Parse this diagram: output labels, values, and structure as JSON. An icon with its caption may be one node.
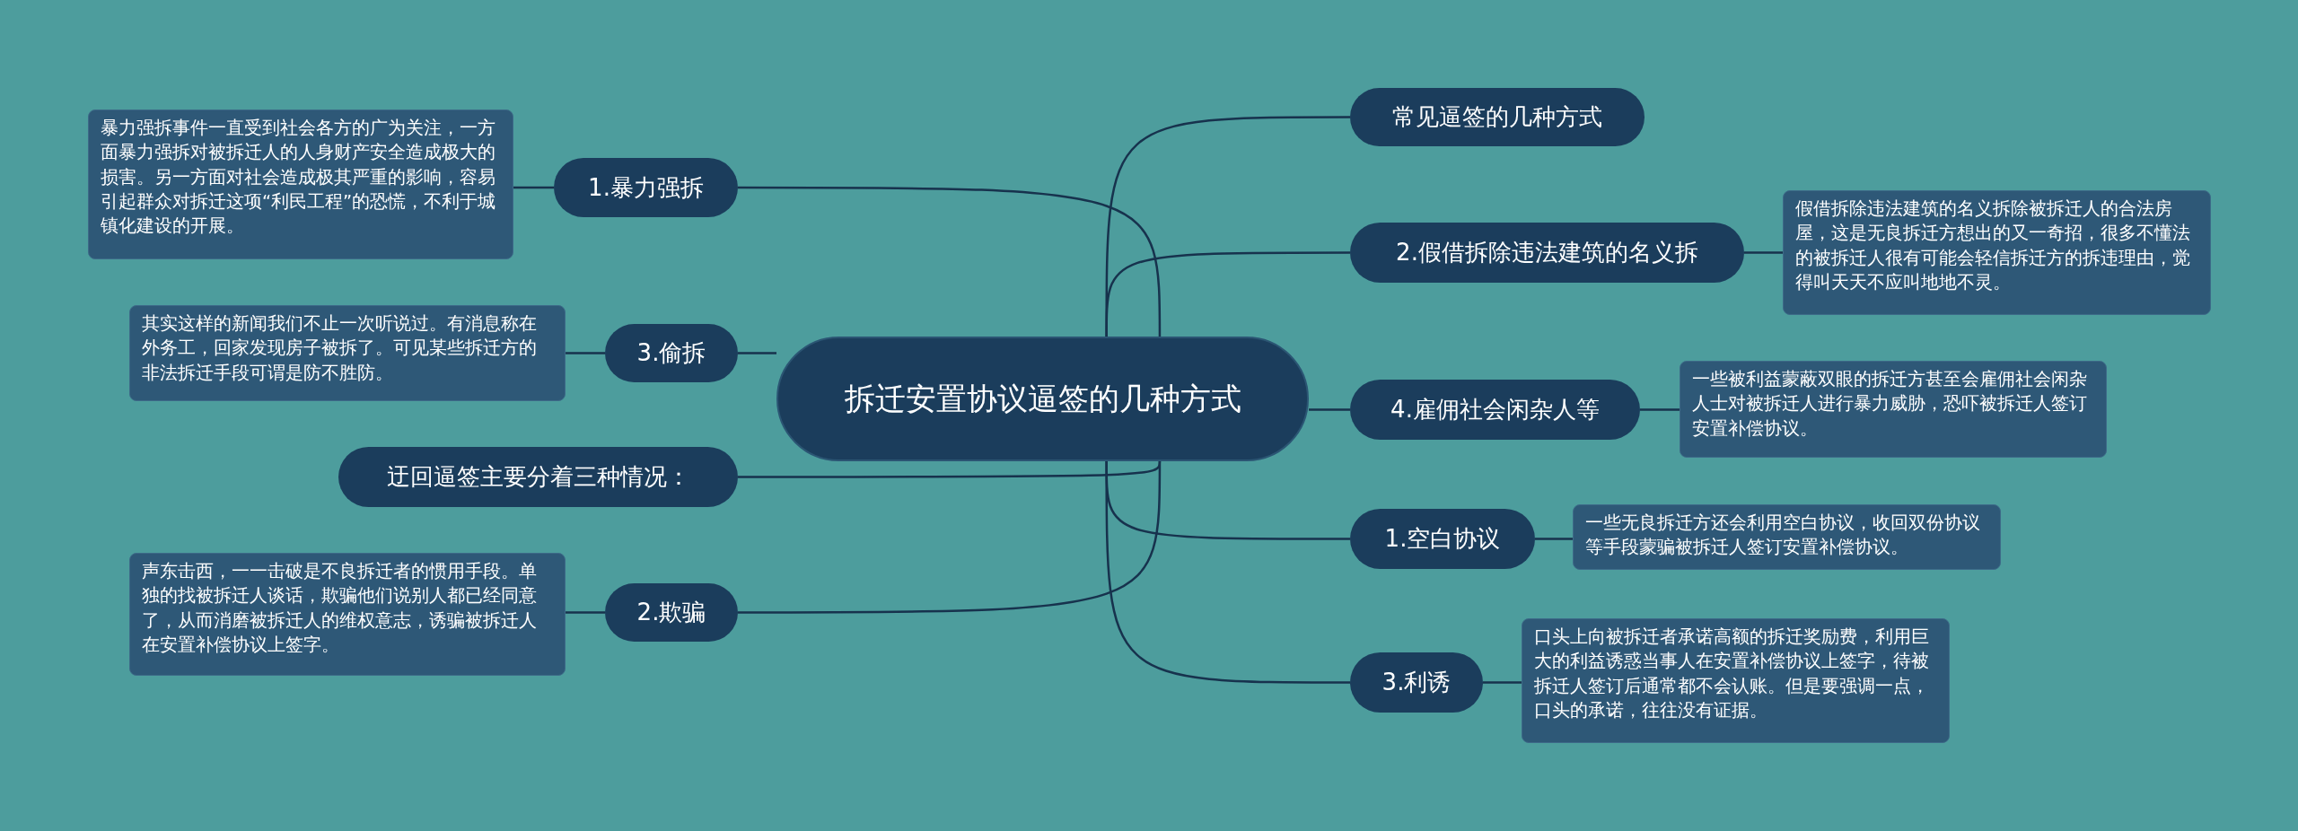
{
  "diagram": {
    "nodes": [
      {
        "text": [
          "拆迁安置协议逼签的几种方式"
        ]
      },
      {
        "text": [
          "1.暴力强拆"
        ]
      },
      {
        "text": [
          "暴力强拆事件一直受到社会各方的广为关注，一方面暴力强拆对被拆迁人的人身财产安全造成极大的损害。另一方面对社会造成极其严重的影响，容易引起群众对拆迁这项“利民工程”的恐慌，不利于城镇化建设的开展。"
        ]
      },
      {
        "text": [
          "3.偷拆"
        ]
      },
      {
        "text": [
          "其实这样的新闻我们不止一次听说过。有消息称在外务工，回家发现房子被拆了。可见某些拆迁方的非法拆迁手段可谓是防不胜防。"
        ]
      },
      {
        "text": [
          "迂回逼签主要分着三种情况："
        ]
      },
      {
        "text": [
          "2.欺骗"
        ]
      },
      {
        "text": [
          "声东击西，一一击破是不良拆迁者的惯用手段。单独的找被拆迁人谈话，欺骗他们说别人都已经同意了，从而消磨被拆迁人的维权意志，诱骗被拆迁人在安置补偿协议上签字。"
        ]
      },
      {
        "text": [
          "常见逼签的几种方式"
        ]
      },
      {
        "text": [
          "2.假借拆除违法建筑的名义拆"
        ]
      },
      {
        "text": [
          "假借拆除违法建筑的名义拆除被拆迁人的合法房屋，这是无良拆迁方想出的又一奇招，很多不懂法的被拆迁人很有可能会轻信拆迁方的拆违理由，觉得叫天天不应叫地地不灵。"
        ]
      },
      {
        "text": [
          "4.雇佣社会闲杂人等"
        ]
      },
      {
        "text": [
          "一些被利益蒙蔽双眼的拆迁方甚至会雇佣社会闲杂人士对被拆迁人进行暴力威胁，恐吓被拆迁人签订安置补偿协议。"
        ]
      },
      {
        "text": [
          "1.空白协议"
        ]
      },
      {
        "text": [
          "一些无良拆迁方还会利用空白协议，收回双份协议等手段蒙骗被拆迁人签订安置补偿协议。"
        ]
      },
      {
        "text": [
          "3.利诱"
        ]
      },
      {
        "text": [
          "口头上向被拆迁者承诺高额的拆迁奖励费，利用巨大的利益诱惑当事人在安置补偿协议上签字，待被拆迁人签订后通常都不会认账。但是要强调一点，口头的承诺，往往没有证据。"
        ]
      }
    ],
    "edges": [
      {
        "from": 0,
        "to": 1,
        "arrow": "none"
      },
      {
        "from": 1,
        "to": 2,
        "arrow": "none"
      },
      {
        "from": 0,
        "to": 3,
        "arrow": "none"
      },
      {
        "from": 3,
        "to": 4,
        "arrow": "none"
      },
      {
        "from": 0,
        "to": 5,
        "arrow": "none"
      },
      {
        "from": 0,
        "to": 6,
        "arrow": "none"
      },
      {
        "from": 6,
        "to": 7,
        "arrow": "none"
      },
      {
        "from": 0,
        "to": 8,
        "arrow": "none"
      },
      {
        "from": 0,
        "to": 9,
        "arrow": "none"
      },
      {
        "from": 9,
        "to": 10,
        "arrow": "none"
      },
      {
        "from": 0,
        "to": 11,
        "arrow": "none"
      },
      {
        "from": 11,
        "to": 12,
        "arrow": "none"
      },
      {
        "from": 0,
        "to": 13,
        "arrow": "none"
      },
      {
        "from": 13,
        "to": 14,
        "arrow": "none"
      },
      {
        "from": 0,
        "to": 15,
        "arrow": "none"
      },
      {
        "from": 15,
        "to": 16,
        "arrow": "none"
      }
    ]
  }
}
